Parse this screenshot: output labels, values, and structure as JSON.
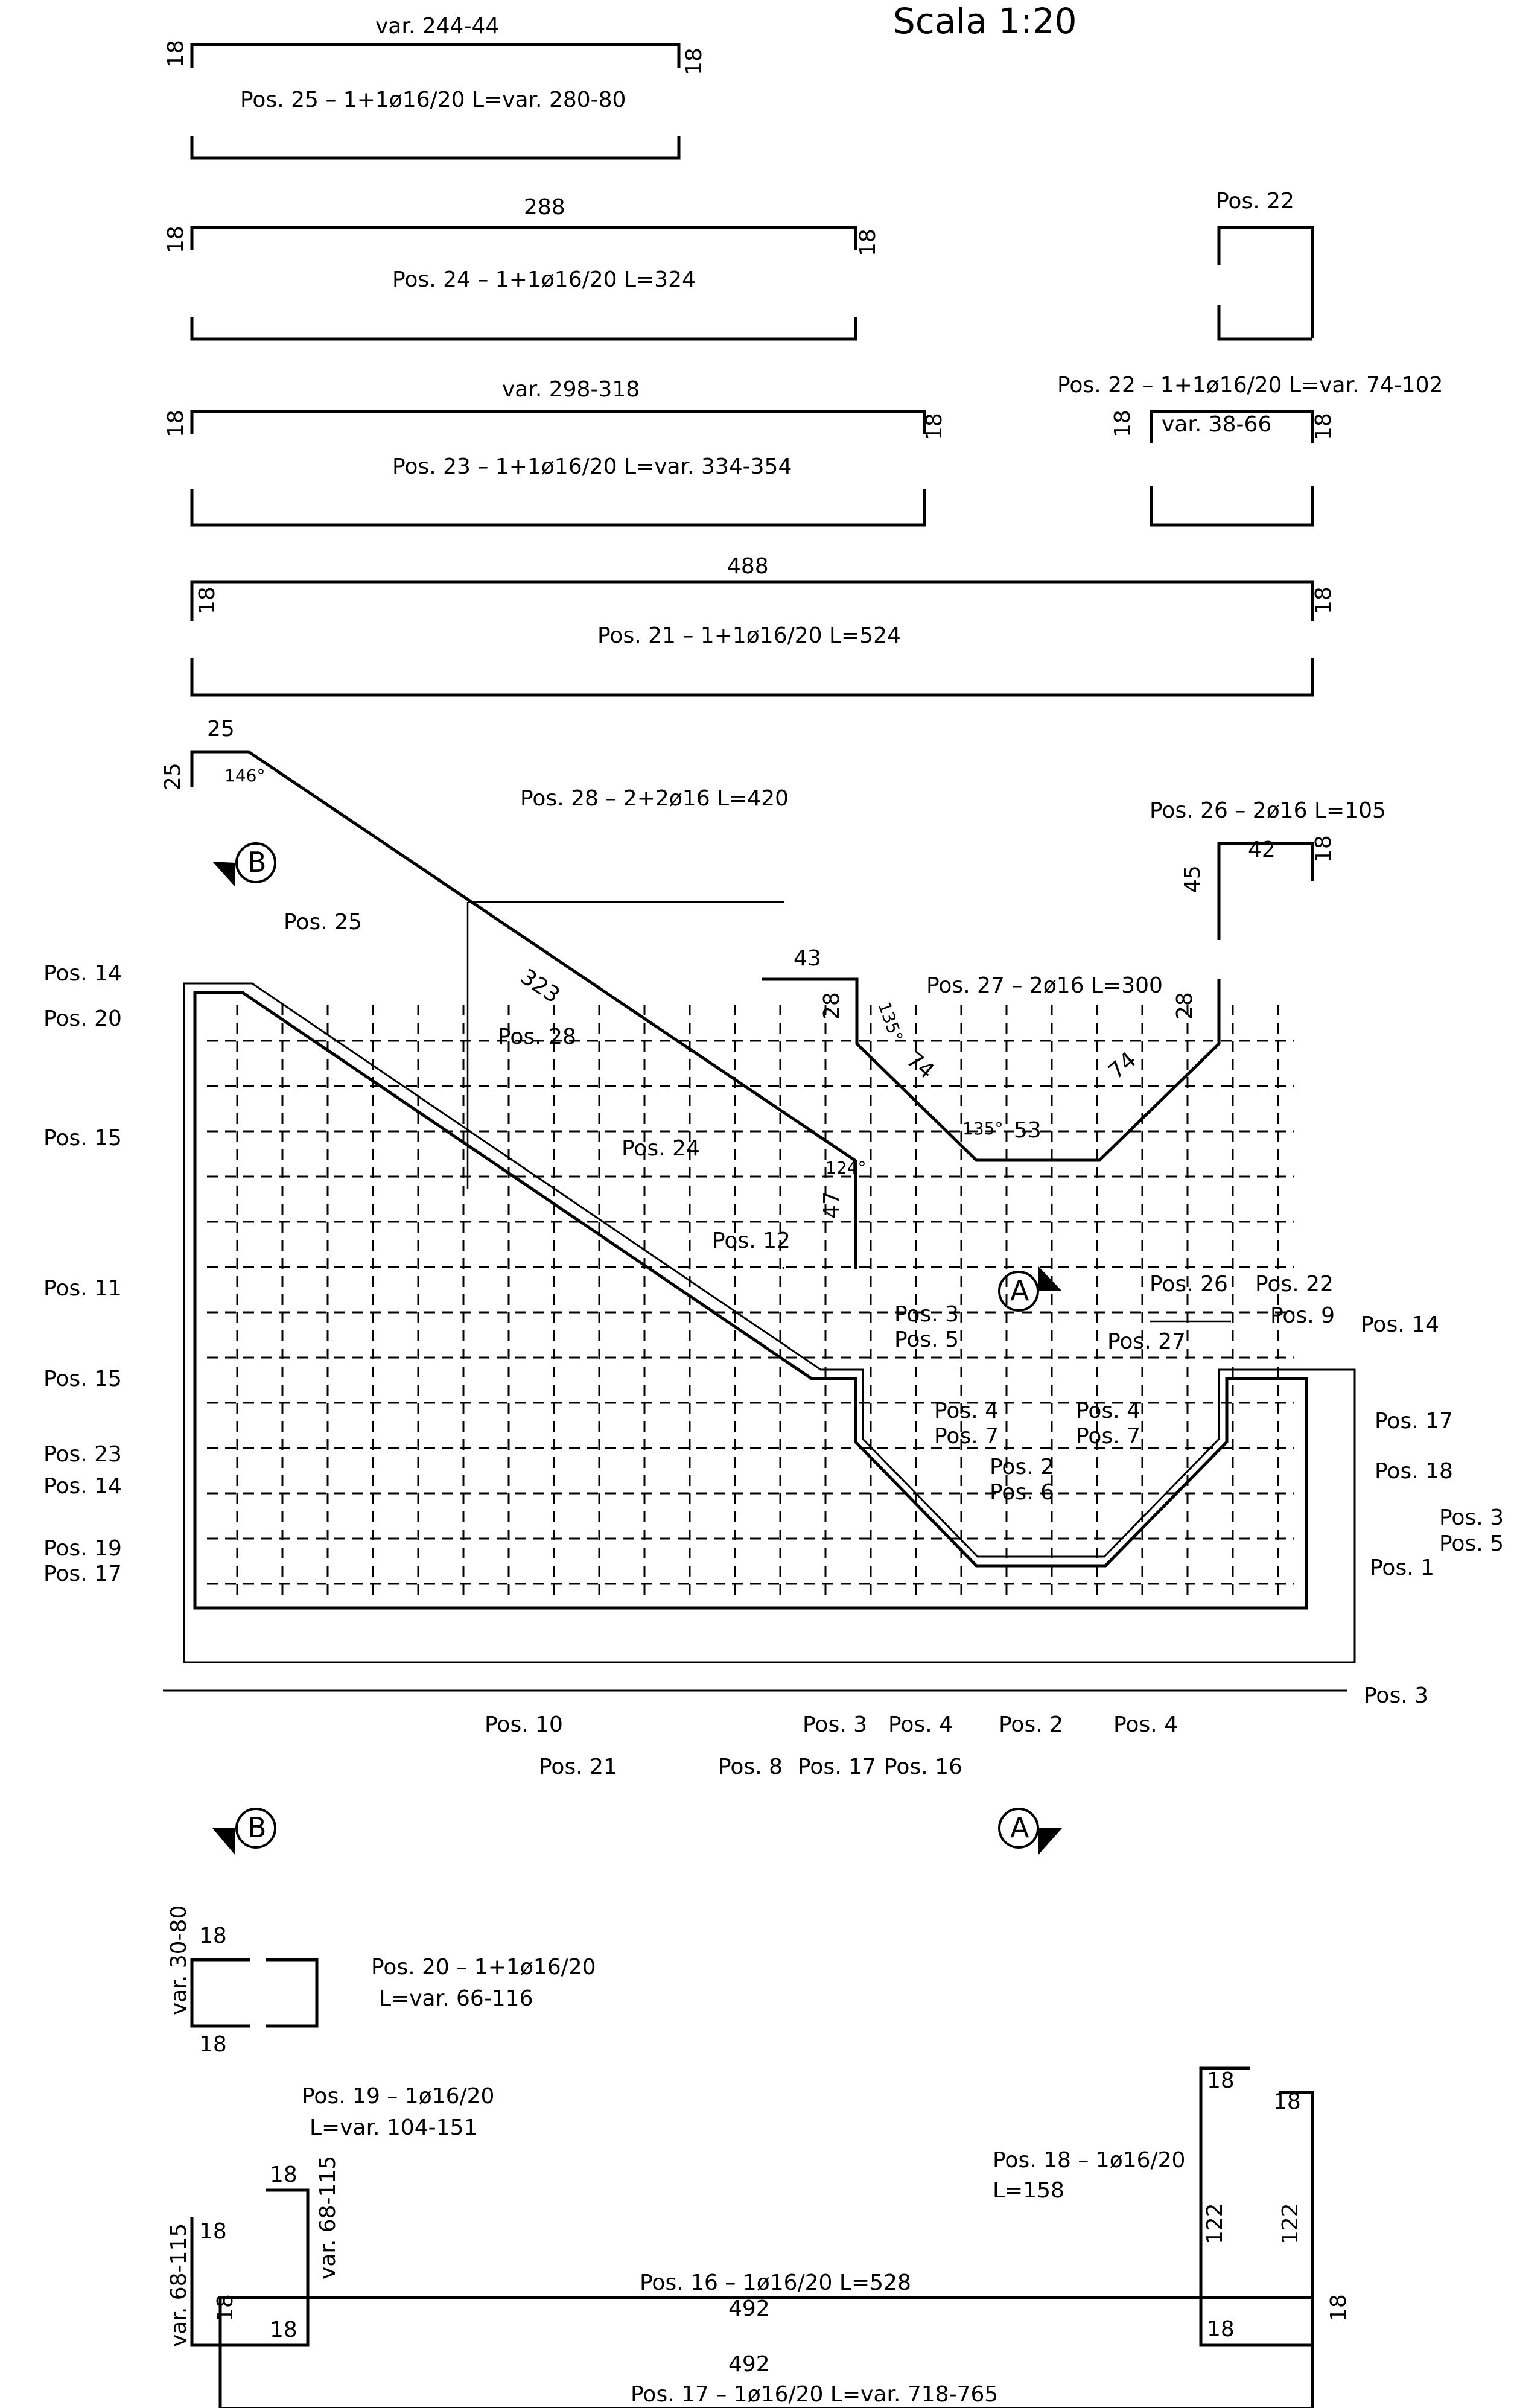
{
  "header": {
    "scale": "Scala 1:20"
  },
  "bars": {
    "pos25": {
      "top": "var. 244-44",
      "left": "18",
      "right": "18",
      "label": "Pos. 25 – 1+1ø16/20 L=var. 280-80"
    },
    "pos24": {
      "top": "288",
      "left": "18",
      "right": "18",
      "label": "Pos. 24 – 1+1ø16/20 L=324"
    },
    "pos22": {
      "title": "Pos. 22",
      "label": "Pos. 22 – 1+1ø16/20 L=var. 74-102",
      "inner": "var. 38-66",
      "left": "18",
      "right": "18"
    },
    "pos23": {
      "top": "var. 298-318",
      "left": "18",
      "right": "18",
      "label": "Pos. 23 – 1+1ø16/20 L=var. 334-354"
    },
    "pos21": {
      "top": "488",
      "left": "18",
      "right": "18",
      "label": "Pos. 21 – 1+1ø16/20 L=524"
    },
    "pos28": {
      "d1": "25",
      "d2": "25",
      "angle1": "146°",
      "len": "323",
      "angle2": "124°",
      "d3": "47",
      "label": "Pos. 28 – 2+2ø16 L=420"
    },
    "pos26": {
      "label": "Pos. 26 – 2ø16 L=105",
      "d1": "45",
      "d2": "42",
      "d3": "18"
    },
    "pos27": {
      "label": "Pos. 27 – 2ø16 L=300",
      "d43": "43",
      "d28a": "28",
      "ang1": "135°",
      "d74a": "74",
      "ang2": "135°",
      "d53": "53",
      "d74b": "74",
      "d28b": "28"
    },
    "pos20": {
      "d1": "18",
      "d2": "var. 30-80",
      "d3": "18",
      "label1": "Pos. 20 – 1+1ø16/20",
      "label2": "L=var. 66-116"
    },
    "pos19": {
      "label1": "Pos. 19 – 1ø16/20",
      "label2": "L=var. 104-151",
      "d18a": "18",
      "dv": "var. 68-115"
    },
    "pos18": {
      "label1": "Pos. 18 – 1ø16/20",
      "label2": "L=158",
      "d18a": "18",
      "d18b": "18",
      "d122a": "122",
      "d122b": "122",
      "d18c": "18"
    },
    "pos16": {
      "label": "Pos. 16 – 1ø16/20 L=528",
      "len": "492",
      "d18a": "18",
      "d18b": "18",
      "dv": "var. 68-115",
      "d18r": "18",
      "d18bl": "18"
    },
    "pos17": {
      "label": "Pos. 17 – 1ø16/20 L=var. 718-765",
      "len": "492"
    }
  },
  "sections": {
    "a": "A",
    "b": "B"
  },
  "section_labels": {
    "left": [
      "Pos. 14",
      "Pos. 20",
      "Pos. 15",
      "Pos. 11",
      "Pos. 15",
      "Pos. 23",
      "Pos. 14",
      "Pos. 19",
      "Pos. 17"
    ],
    "top": [
      "Pos. 25",
      "Pos. 28",
      "Pos. 24",
      "Pos. 12"
    ],
    "mid": [
      "Pos. 3",
      "Pos. 5",
      "Pos. 4",
      "Pos. 7",
      "Pos. 2",
      "Pos. 6",
      "Pos. 4",
      "Pos. 7",
      "Pos. 27",
      "Pos. 26",
      "Pos. 22",
      "Pos. 9"
    ],
    "right": [
      "Pos. 14",
      "Pos. 17",
      "Pos. 18",
      "Pos. 3",
      "Pos. 5",
      "Pos. 1",
      "Pos. 3"
    ],
    "bottom": [
      "Pos. 10",
      "Pos. 3",
      "Pos. 4",
      "Pos. 2",
      "Pos. 4",
      "Pos. 21",
      "Pos. 8",
      "Pos. 17",
      "Pos. 16"
    ]
  }
}
